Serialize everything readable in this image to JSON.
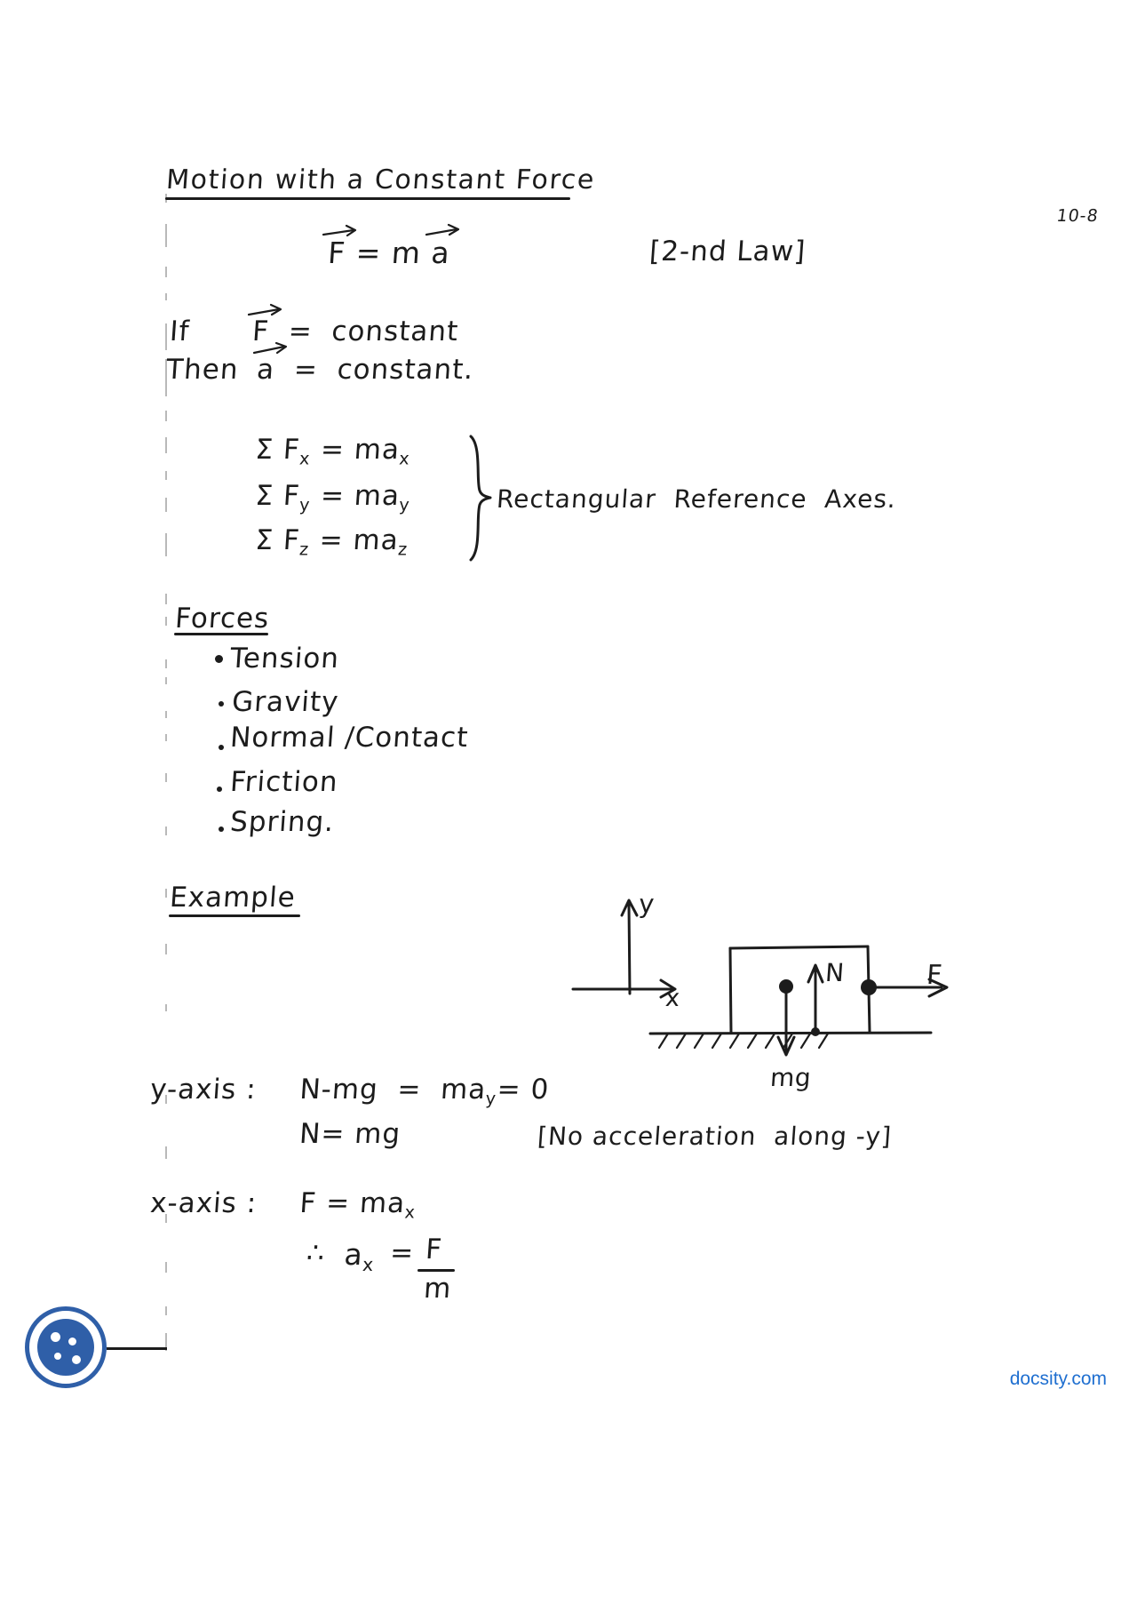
{
  "document": {
    "type": "handwritten-lecture-notes",
    "title": "Motion with a Constant Force",
    "page_number": "10-8",
    "ink_color": "#1c1c1c",
    "paper_color": "#ffffff"
  },
  "sections": {
    "second_law": {
      "equation": "F = m a",
      "equation_plain": "F⃗ = m a⃗",
      "note": "[2-nd Law]"
    },
    "conditional": {
      "line1_keyword": "If",
      "line1_body": "F  =  constant",
      "line2_keyword": "Then",
      "line2_body": "a  =  constant."
    },
    "component_equations": {
      "lines": [
        {
          "lhs": "Σ F",
          "lhs_sub": "x",
          "rhs": "ma",
          "rhs_sub": "x"
        },
        {
          "lhs": "Σ F",
          "lhs_sub": "y",
          "rhs": "ma",
          "rhs_sub": "y"
        },
        {
          "lhs": "Σ F",
          "lhs_sub": "z",
          "rhs": "ma",
          "rhs_sub": "z"
        }
      ],
      "brace_label": "Rectangular  Reference  Axes."
    },
    "forces": {
      "heading": "Forces",
      "items": [
        "Tension",
        "Gravity",
        "Normal /Contact",
        "Friction",
        "Spring."
      ]
    },
    "example": {
      "heading": "Example",
      "diagram": {
        "axis_y_label": "y",
        "axis_x_label": "x",
        "force_up_label": "N",
        "force_right_label": "F",
        "force_down_label": "mg",
        "ground_hatching": true
      },
      "y_axis_line": {
        "label": "y-axis :",
        "eq1": "N-mg  =  ma",
        "eq1_sub": "y",
        "eq1_tail": "= 0",
        "eq2": "N= mg",
        "comment": "[No acceleration  along -y]"
      },
      "x_axis_line": {
        "label": "x-axis :",
        "eq1": "F = ma",
        "eq1_sub": "x",
        "eq2_prefix": "∴",
        "eq2_num": "a",
        "eq2_num_sub": "x",
        "eq2_eq": "=",
        "eq2_frac_top": "F",
        "eq2_frac_bottom": "m"
      }
    }
  },
  "watermark": {
    "site": "docsity.com",
    "site_color": "#1f6fd0",
    "logo_color": "#2f5fa8"
  }
}
